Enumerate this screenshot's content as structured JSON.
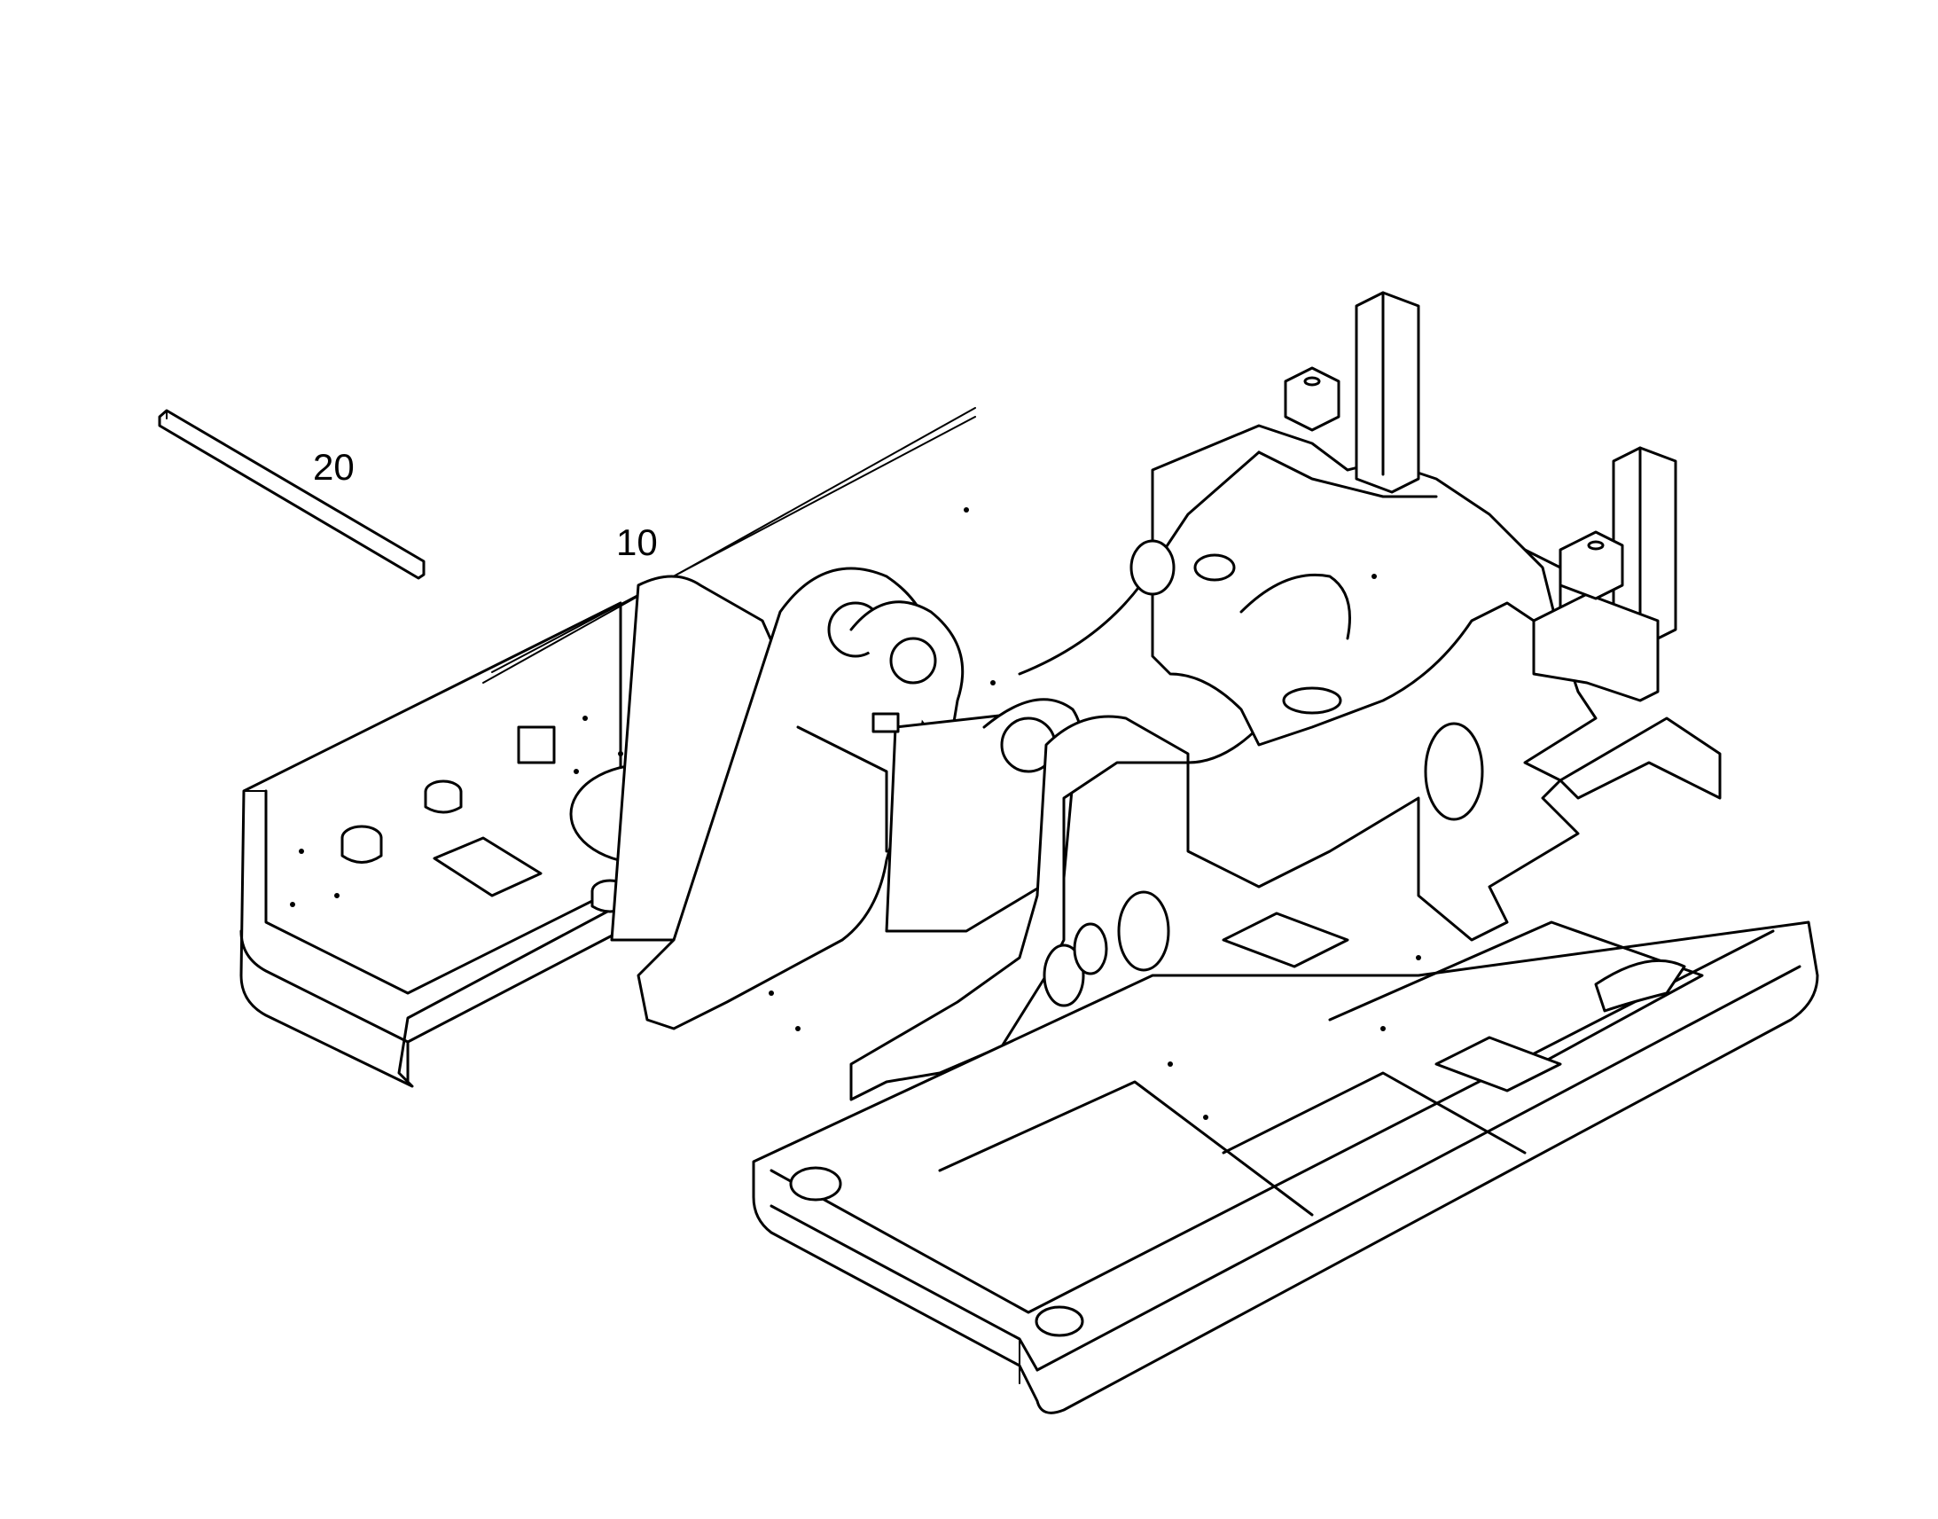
{
  "callouts": [
    {
      "label": "20",
      "part": "strip"
    },
    {
      "label": "10",
      "part": "upper-frame"
    }
  ]
}
